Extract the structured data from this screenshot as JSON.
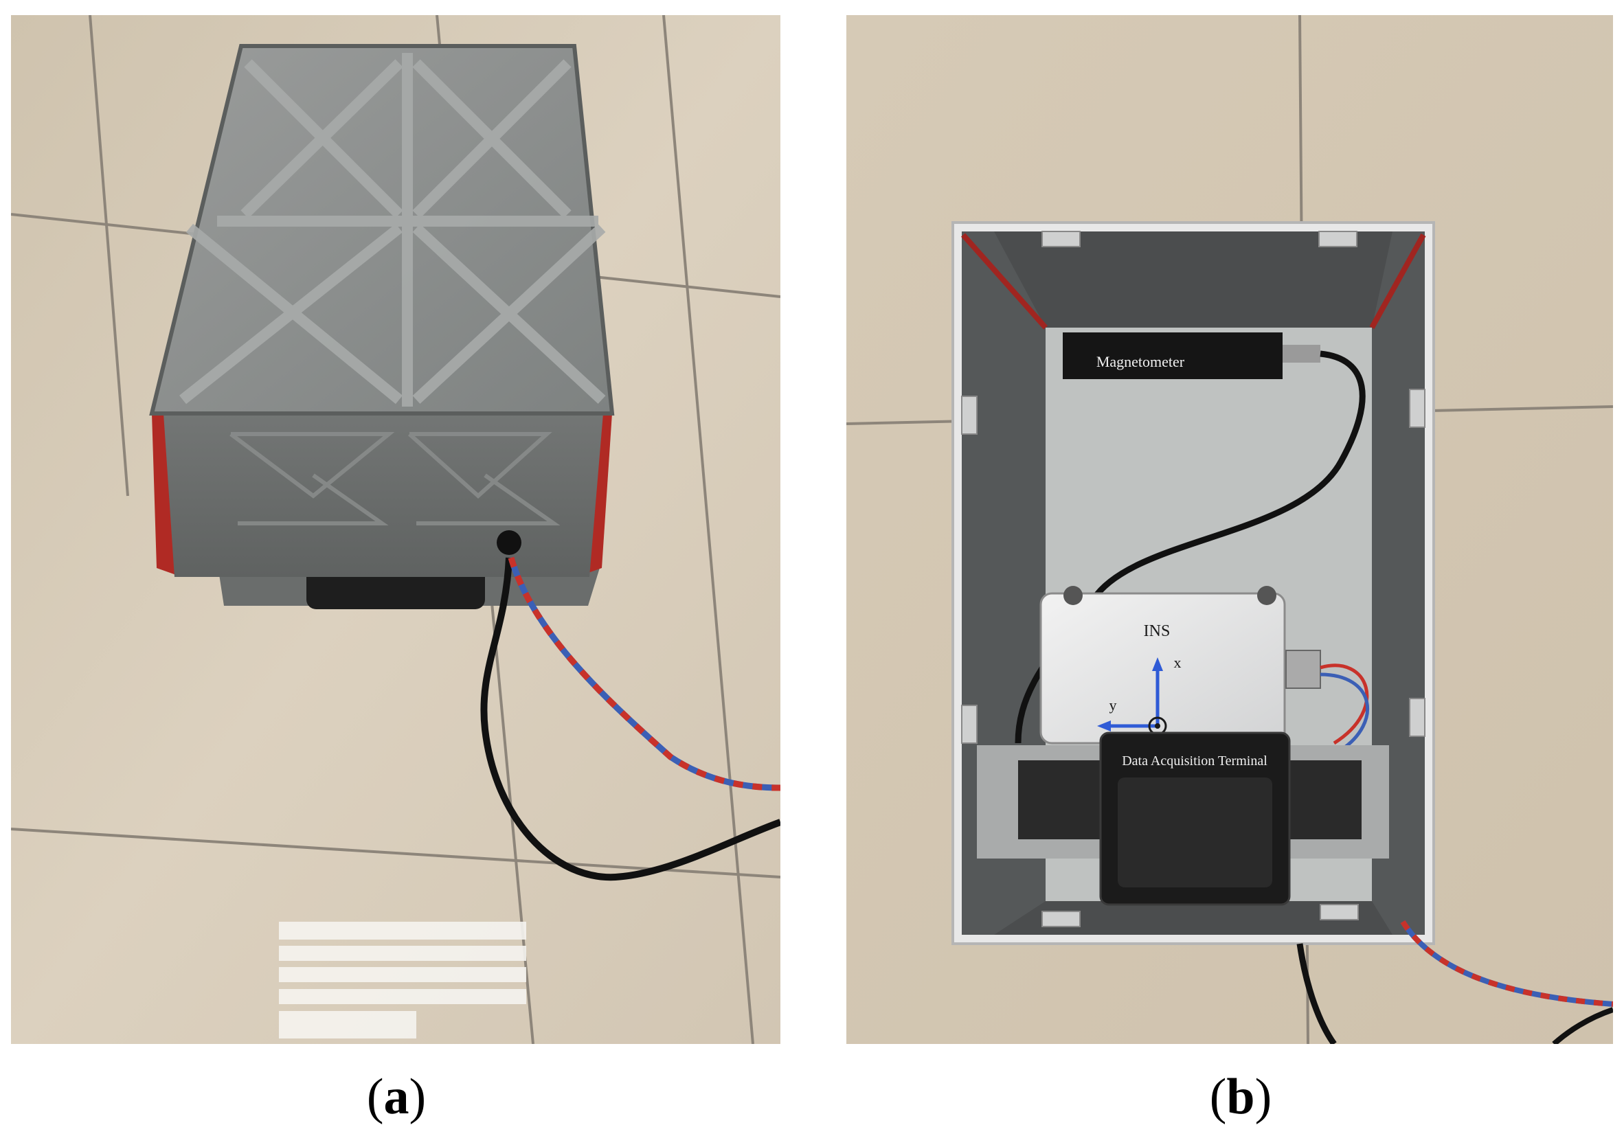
{
  "panels": {
    "a": {
      "caption_open": "(",
      "caption_letter": "a",
      "caption_close": ")"
    },
    "b": {
      "caption_open": "(",
      "caption_letter": "b",
      "caption_close": ")",
      "labels": {
        "magnetometer": "Magnetometer",
        "ins": "INS",
        "axis_x": "x",
        "axis_y": "y",
        "terminal": "Data Acquisition Terminal"
      }
    }
  },
  "colors": {
    "floor_tile": "#d8cbb8",
    "tile_grout": "#8a8276",
    "metal_gray": "#8c8e8d",
    "frame_red": "#b02a24",
    "cable_black": "#111111",
    "cable_red": "#c8322a",
    "cable_blue": "#3b5fb5",
    "box_white": "#e9e9e9",
    "axis_blue": "#2f5bd6"
  }
}
